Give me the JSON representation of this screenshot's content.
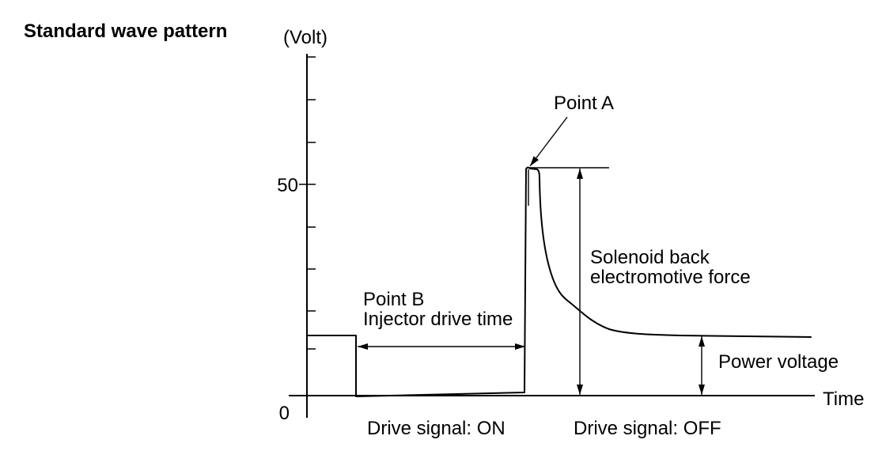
{
  "title": "Standard wave pattern",
  "y_axis": {
    "label": "(Volt)",
    "tick_high": "50",
    "tick_zero": "0"
  },
  "x_axis": {
    "label": "Time"
  },
  "annotations": {
    "point_a": "Point A",
    "point_b": "Point B",
    "injector_drive_time": "Injector drive time",
    "solenoid_line1": "Solenoid back",
    "solenoid_line2": "electromotive force",
    "power_voltage": "Power voltage",
    "drive_on": "Drive signal: ON",
    "drive_off": "Drive signal: OFF"
  }
}
